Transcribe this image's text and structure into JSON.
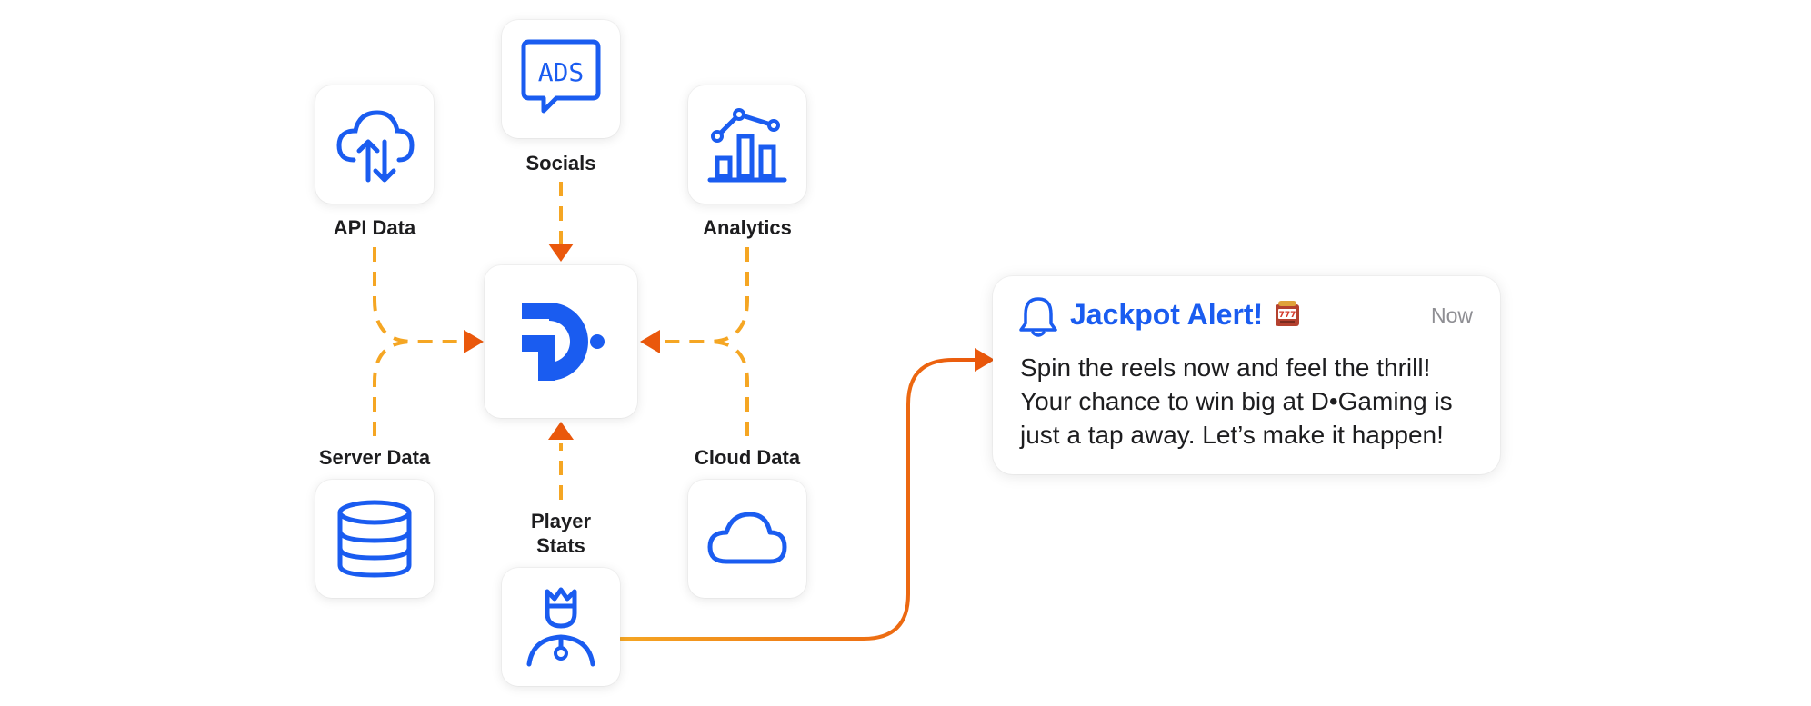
{
  "colors": {
    "accent_blue": "#1a5cf0",
    "arrow_orange": "#ea580c",
    "line_orange": "#f5a623",
    "text_dark": "#1d1d1f",
    "text_muted": "#8e8e93"
  },
  "nodes": {
    "socials": {
      "label": "Socials",
      "icon": "ads-speech-bubble-icon"
    },
    "api_data": {
      "label": "API Data",
      "icon": "cloud-upload-download-icon"
    },
    "analytics": {
      "label": "Analytics",
      "icon": "bar-chart-trend-icon"
    },
    "hub": {
      "label": "",
      "icon": "dgaming-logo"
    },
    "server_data": {
      "label": "Server Data",
      "icon": "database-icon"
    },
    "cloud_data": {
      "label": "Cloud Data",
      "icon": "cloud-icon"
    },
    "player_stats": {
      "label_lines": [
        "Player",
        "Stats"
      ],
      "icon": "crowned-player-icon"
    }
  },
  "notification": {
    "icon": "bell-icon",
    "title": "Jackpot Alert!",
    "title_emoji": "slot-machine-icon",
    "time": "Now",
    "body_lines": [
      "Spin the reels now and feel the thrill!",
      "Your chance to win big at D•Gaming is",
      "just a tap away. Let’s make it happen!"
    ]
  }
}
